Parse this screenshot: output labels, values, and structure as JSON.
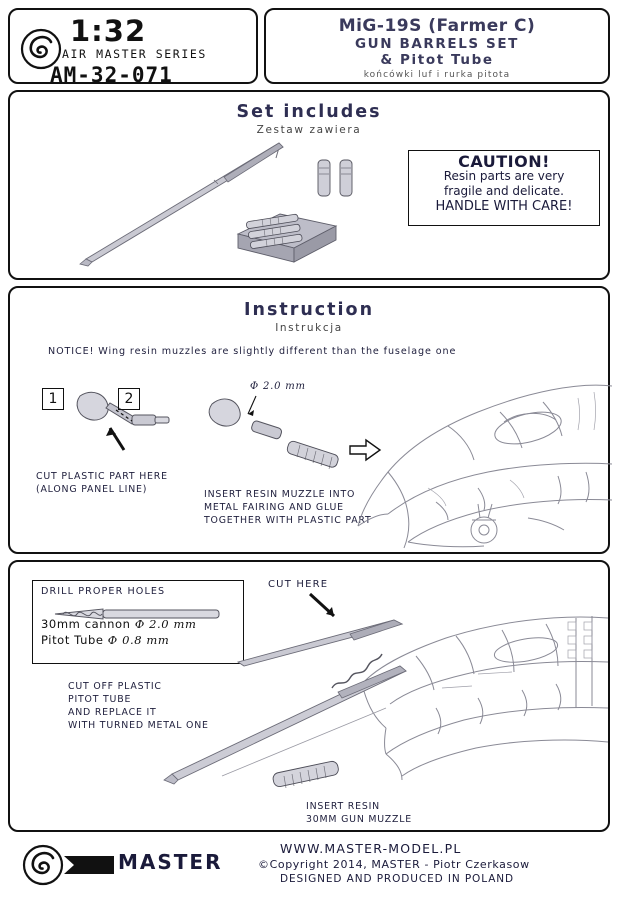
{
  "header": {
    "scale": "1:32",
    "series": "AIR MASTER SERIES",
    "code": "AM-32-071",
    "logo_icon": "master-spiral-logo-icon",
    "title_line1": "MiG-19S  (Farmer C)",
    "title_line2": "GUN BARRELS SET",
    "title_line3": "& Pitot Tube",
    "title_line4": "końcówki luf i rurka pitota"
  },
  "set_includes": {
    "heading": "Set includes",
    "subheading": "Zestaw zawiera",
    "parts_icons": [
      "pitot-tube-part-icon",
      "resin-muzzle-block-icon",
      "resin-muzzle-pair-icon"
    ]
  },
  "caution": {
    "title": "CAUTION!",
    "line1": "Resin parts are very",
    "line2": "fragile and delicate.",
    "line3": "HANDLE WITH CARE!"
  },
  "instruction": {
    "heading": "Instruction",
    "subheading": "Instrukcja",
    "notice": "NOTICE! Wing resin muzzles are slightly different than the fuselage one",
    "step1": {
      "number": "1",
      "caption_line1": "CUT PLASTIC PART HERE",
      "caption_line2": "(ALONG PANEL LINE)",
      "arrow_icon": "cut-here-arrow-icon"
    },
    "step2": {
      "number": "2",
      "dimension": "Φ 2.0 mm",
      "caption_line1": "INSERT RESIN MUZZLE INTO",
      "caption_line2": "METAL FAIRING AND GLUE",
      "caption_line3": "TOGETHER WITH PLASTIC PART",
      "arrow_icon": "assembly-arrow-icon"
    },
    "aircraft_icon": "mig19-nose-drawing-icon"
  },
  "bottom": {
    "drill": {
      "heading": "DRILL PROPER HOLES",
      "rows": [
        {
          "label": "30mm cannon",
          "dia": "Φ 2.0 mm"
        },
        {
          "label": "Pitot Tube",
          "dia": "Φ 0.8 mm"
        }
      ],
      "drill_bit_icon": "drill-bit-icon"
    },
    "cut_here_label": "CUT HERE",
    "cut_here_arrow_icon": "cut-here-arrow-icon",
    "pitot_caption": "CUT OFF PLASTIC\nPITOT TUBE\nAND REPLACE IT\nWITH TURNED METAL ONE",
    "pitot_caption_lines": [
      "CUT OFF PLASTIC",
      "PITOT TUBE",
      "AND REPLACE IT",
      "WITH TURNED METAL ONE"
    ],
    "muzzle_caption_lines": [
      "INSERT RESIN",
      "30MM GUN MUZZLE"
    ],
    "aircraft_icon": "mig19-fuselage-drawing-icon"
  },
  "footer": {
    "brand": "MASTER",
    "logo_icon": "master-spiral-logo-icon",
    "website": "WWW.MASTER-MODEL.PL",
    "copyright": "©Copyright 2014, MASTER - Piotr Czerkasow",
    "designed": "DESIGNED AND PRODUCED IN POLAND"
  },
  "colors": {
    "ink": "#111111",
    "title_blue": "#3a3a5c",
    "line_gray": "#8a8a96"
  }
}
